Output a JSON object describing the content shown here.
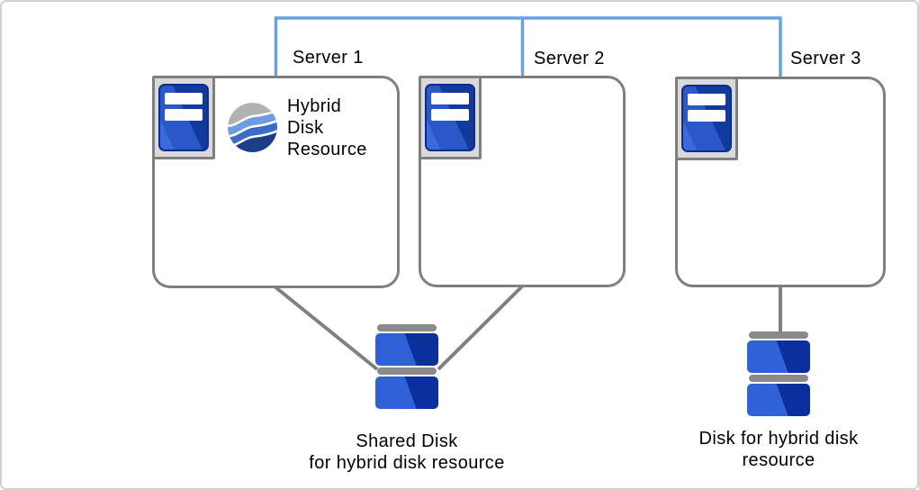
{
  "figure": {
    "type": "cluster-architecture-diagram",
    "servers": [
      {
        "label": "Server 1",
        "icon": "server-tower-icon",
        "resource_icon": "hybrid-disk-resource-icon"
      },
      {
        "label": "Server 2",
        "icon": "server-tower-icon"
      },
      {
        "label": "Server 3",
        "icon": "server-tower-icon"
      }
    ],
    "resource_label": "Hybrid\nDisk\nResource",
    "disks": [
      {
        "label": "Shared Disk\nfor hybrid disk resource",
        "icon": "stacked-disk-icon",
        "connected_to": "Server 1, Server 2"
      },
      {
        "label": "Disk for hybrid disk\nresource",
        "icon": "stacked-disk-icon",
        "connected_to": "Server 3"
      }
    ]
  },
  "colors": {
    "network_line": "#66a3e0",
    "connector_line": "#808080",
    "box_border": "#7f7f7f",
    "server_icon_highlight": "#3b6ade",
    "server_icon_blue": "#2a58c8",
    "server_icon_blue_dark": "#123a9e",
    "disk_blue_light": "#2f62d6",
    "disk_blue_dark": "#0c2f9e",
    "disk_cap_gray": "#8a8a8a",
    "hybrid_gray": "#b2b2b2",
    "hybrid_light_blue": "#6d9ce0",
    "hybrid_mid_blue": "#3b6cc9",
    "hybrid_dark_blue": "#1b3e87"
  }
}
